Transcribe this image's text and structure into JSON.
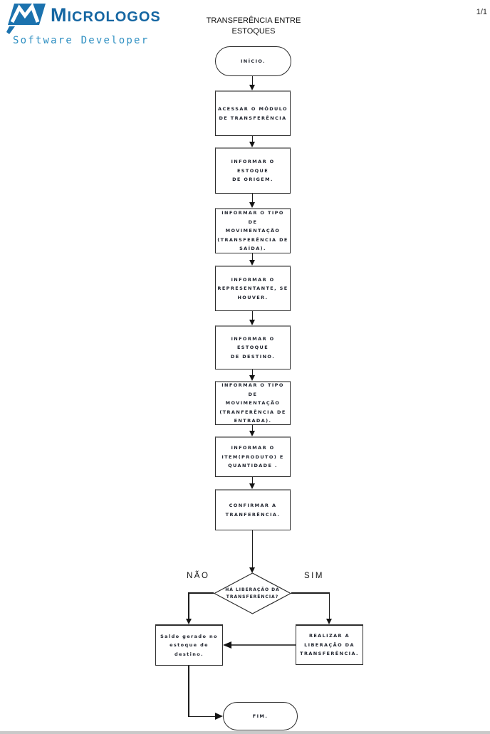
{
  "header": {
    "title": "TRANSFERÊNCIA ENTRE\nESTOQUES",
    "page_number": "1/1"
  },
  "logo": {
    "brand_initial": "M",
    "brand_rest": "ICROLOGOS",
    "tagline": "Software Developer",
    "brand_color": "#1566a2",
    "tagline_color": "#2e8fc2"
  },
  "flowchart": {
    "start": "INÍCIO.",
    "steps": [
      "ACESSAR O MÓDULO\nDE TRANSFERÊNCIA",
      "INFORMAR O ESTOQUE\nDE ORIGEM.",
      "INFORMAR O TIPO DE\nMOVIMENTAÇÃO\n(TRANSFERÊNCIA DE\nSAÍDA).",
      "INFORMAR O\nREPRESENTANTE, SE\nHOUVER.",
      "INFORMAR O ESTOQUE\nDE DESTINO.",
      "INFORMAR O TIPO DE\nMOVIMENTAÇÃO\n(TRANFERÊNCIA DE\nENTRADA).",
      "INFORMAR O\nITEM(PRODUTO) E\nQUANTIDADE .",
      "CONFIRMAR A\nTRANFERÊNCIA."
    ],
    "decision": {
      "question": "HÁ LIBERAÇÃO DA\nTRANSFERÊNCIA?",
      "no_label": "NÃO",
      "yes_label": "SIM"
    },
    "no_branch": "Saldo gerado no\nestoque de\ndestino.",
    "yes_branch": "REALIZAR A\nLIBERAÇÃO DA\nTRANSFERÊNCIA.",
    "end": "FIM."
  }
}
